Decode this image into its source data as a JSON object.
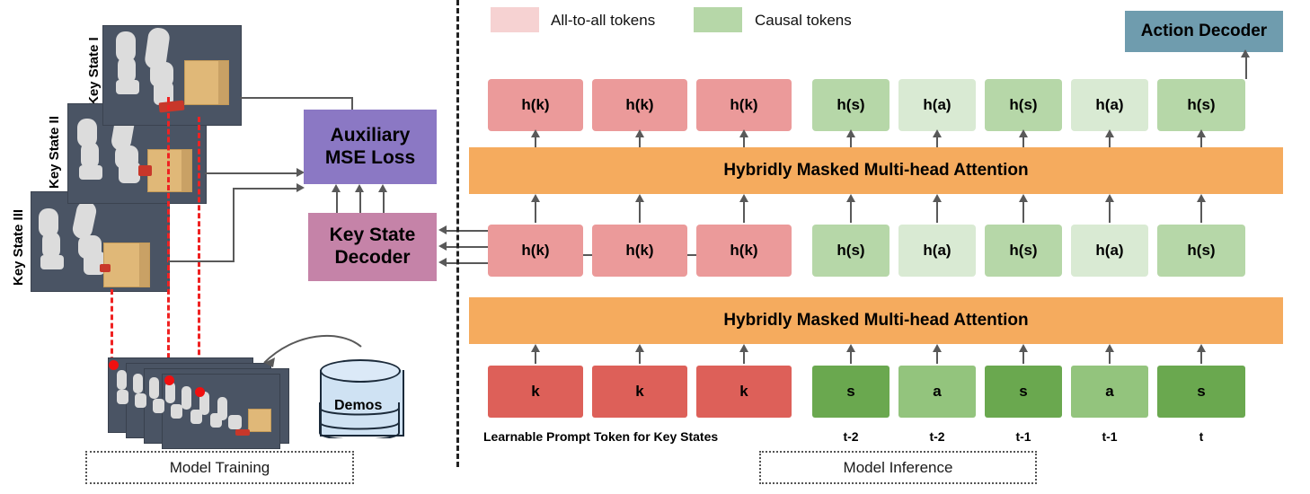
{
  "legend": {
    "items": [
      {
        "label": "All-to-all tokens",
        "color": "#f6d2d2"
      },
      {
        "label": "Causal tokens",
        "color": "#b6d7a8"
      }
    ]
  },
  "left_panel": {
    "caption": "Model Training",
    "key_state_labels": [
      "Key State I",
      "Key State II",
      "Key State III"
    ],
    "demos_label": "Demos",
    "blocks": {
      "aux_loss": "Auxiliary\nMSE Loss",
      "aux_loss_line1": "Auxiliary",
      "aux_loss_line2": "MSE Loss",
      "key_state_decoder_line1": "Key State",
      "key_state_decoder_line2": "Decoder"
    },
    "colors": {
      "aux_loss": "#8b78c4",
      "key_state_decoder": "#c583a8",
      "key_state_dash": "#ef2222",
      "frame_bg": "#4a5464"
    }
  },
  "right_panel": {
    "caption": "Model Inference",
    "action_decoder": "Action Decoder",
    "attention_layer_label": "Hybridly Masked Multi-head Attention",
    "prompt_caption": "Learnable Prompt Token for Key States",
    "colors": {
      "attention": "#f5ab5e",
      "action_decoder": "#6f9cae",
      "k_token": "#dd6059",
      "h_k_token": "#eb9a9a",
      "s_token": "#6aa84f",
      "a_token": "#93c47d",
      "h_s_token": "#b6d7a8",
      "h_a_token": "#d9ead3"
    },
    "rows": {
      "top_hidden": [
        {
          "label": "h(k)",
          "kind": "h-k"
        },
        {
          "label": "h(k)",
          "kind": "h-k"
        },
        {
          "label": "h(k)",
          "kind": "h-k"
        },
        {
          "label": "h(s)",
          "kind": "h-s"
        },
        {
          "label": "h(a)",
          "kind": "h-a"
        },
        {
          "label": "h(s)",
          "kind": "h-s"
        },
        {
          "label": "h(a)",
          "kind": "h-a"
        },
        {
          "label": "h(s)",
          "kind": "h-s"
        }
      ],
      "mid_hidden": [
        {
          "label": "h(k)",
          "kind": "h-k"
        },
        {
          "label": "h(k)",
          "kind": "h-k"
        },
        {
          "label": "h(k)",
          "kind": "h-k"
        },
        {
          "label": "h(s)",
          "kind": "h-s"
        },
        {
          "label": "h(a)",
          "kind": "h-a"
        },
        {
          "label": "h(s)",
          "kind": "h-s"
        },
        {
          "label": "h(a)",
          "kind": "h-a"
        },
        {
          "label": "h(s)",
          "kind": "h-s"
        }
      ],
      "input_tokens": [
        {
          "label": "k",
          "kind": "k",
          "timestamp": ""
        },
        {
          "label": "k",
          "kind": "k",
          "timestamp": ""
        },
        {
          "label": "k",
          "kind": "k",
          "timestamp": ""
        },
        {
          "label": "s",
          "kind": "s",
          "timestamp": "t-2"
        },
        {
          "label": "a",
          "kind": "a",
          "timestamp": "t-2"
        },
        {
          "label": "s",
          "kind": "s",
          "timestamp": "t-1"
        },
        {
          "label": "a",
          "kind": "a",
          "timestamp": "t-1"
        },
        {
          "label": "s",
          "kind": "s",
          "timestamp": "t"
        }
      ]
    }
  }
}
